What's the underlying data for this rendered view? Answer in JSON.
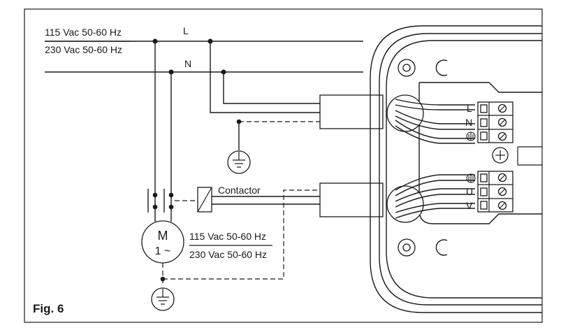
{
  "figure": {
    "label": "Fig. 6"
  },
  "supply": {
    "voltage_1": "115 Vac 50-60 Hz",
    "voltage_2": "230 Vac 50-60 Hz",
    "line_label": "L",
    "neutral_label": "N"
  },
  "contactor": {
    "label": "Contactor"
  },
  "motor": {
    "label_top": "M",
    "label_bottom": "1 ~",
    "voltage_1": "115 Vac 50-60 Hz",
    "voltage_2": "230 Vac 50-60 Hz"
  },
  "terminal_block_upper": {
    "terminals": [
      "L",
      "N",
      "earth"
    ]
  },
  "terminal_block_lower": {
    "terminals": [
      "earth",
      "U",
      "V"
    ]
  }
}
